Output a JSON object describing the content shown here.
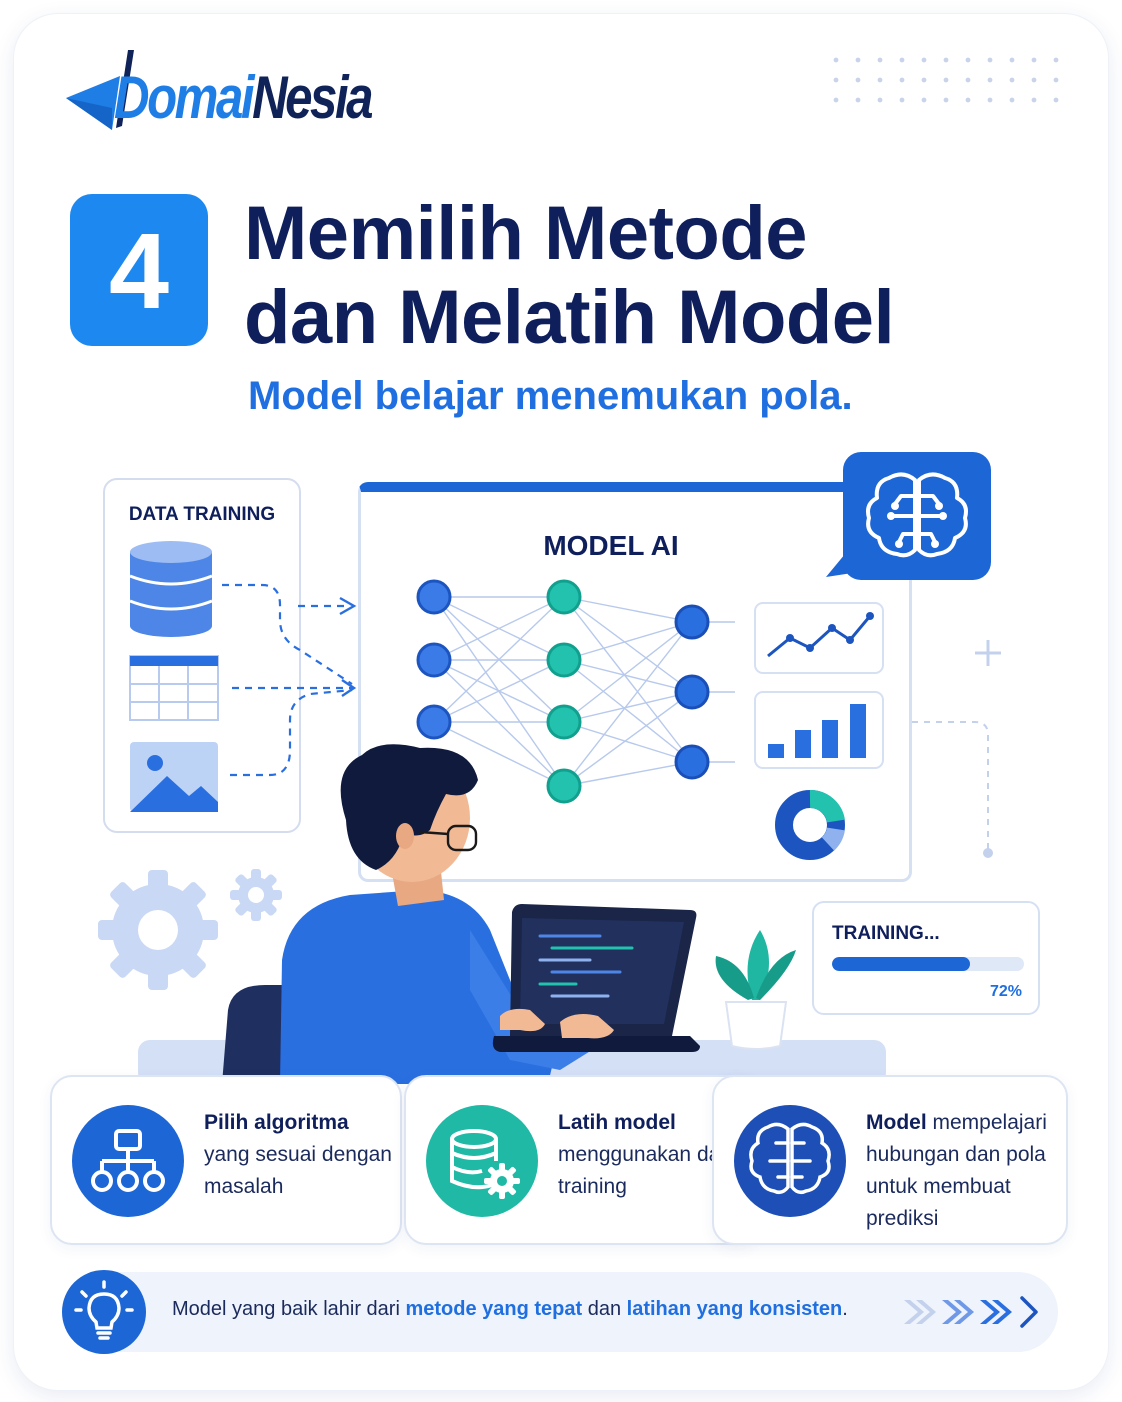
{
  "brand": {
    "name_part1": "Domai",
    "name_part2": "Nesia"
  },
  "header": {
    "step_number": "4",
    "title_line1": "Memilih Metode",
    "title_line2": "dan Melatih Model",
    "subtitle": "Model belajar menemukan pola."
  },
  "diagram": {
    "data_panel_label": "DATA TRAINING",
    "model_title": "MODEL AI",
    "training_label": "TRAINING...",
    "training_progress_percent": 72,
    "training_progress_text": "72%"
  },
  "features": [
    {
      "bold": "Pilih algoritma",
      "rest": " yang sesuai dengan masalah",
      "icon": "hierarchy-icon"
    },
    {
      "bold": "Latih model",
      "rest": " menggunakan data training",
      "icon": "database-gear-icon"
    },
    {
      "bold": "Model",
      "rest": " mempelajari hubungan dan pola untuk membuat prediksi",
      "icon": "brain-icon"
    }
  ],
  "tip": {
    "part1": "Model yang baik lahir dari ",
    "highlight1": "metode yang tepat",
    "part2": " dan ",
    "highlight2": "latihan yang konsisten",
    "part3": "."
  },
  "colors": {
    "primary": "#1d66d6",
    "accent_blue": "#1d88f0",
    "navy": "#0f1f5c",
    "teal": "#1fb9a6",
    "light_bg": "#eef3fc"
  }
}
